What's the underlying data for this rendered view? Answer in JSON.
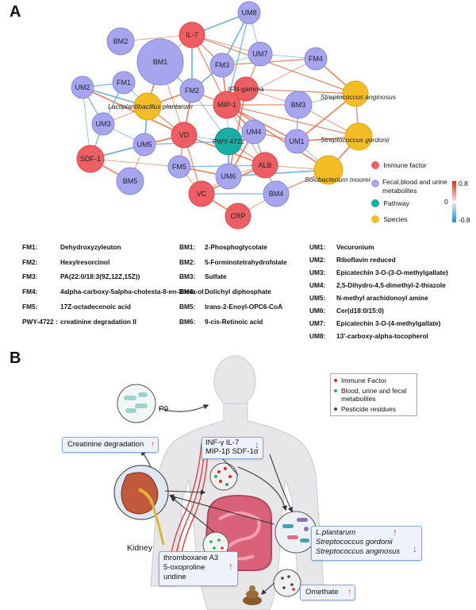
{
  "panel_a": {
    "letter": "A",
    "nodes": [
      {
        "id": "UM8",
        "label": "UM8",
        "type": "metabolite"
      },
      {
        "id": "IL-7",
        "label": "IL-7",
        "type": "immune"
      },
      {
        "id": "BM2",
        "label": "BM2",
        "type": "metabolite"
      },
      {
        "id": "BM1",
        "label": "BM1",
        "type": "metabolite"
      },
      {
        "id": "FM3",
        "label": "FM3",
        "type": "metabolite"
      },
      {
        "id": "UM7",
        "label": "UM7",
        "type": "metabolite"
      },
      {
        "id": "FM4",
        "label": "FM4",
        "type": "metabolite"
      },
      {
        "id": "UM2",
        "label": "UM2",
        "type": "metabolite"
      },
      {
        "id": "FM1",
        "label": "FM1",
        "type": "metabolite"
      },
      {
        "id": "FM2",
        "label": "FM2",
        "type": "metabolite"
      },
      {
        "id": "IFN-gamma",
        "label": "IFN-gamma",
        "type": "immune"
      },
      {
        "id": "S.anginosus",
        "label": "",
        "type": "species"
      },
      {
        "id": "L.plantarum",
        "label": "",
        "type": "species"
      },
      {
        "id": "MIP-1",
        "label": "MIP-1",
        "type": "immune"
      },
      {
        "id": "BM3",
        "label": "BM3",
        "type": "metabolite"
      },
      {
        "id": "UM3",
        "label": "UM3",
        "type": "metabolite"
      },
      {
        "id": "VD",
        "label": "VD",
        "type": "immune"
      },
      {
        "id": "PWY-4722",
        "label": "PWY-4722",
        "type": "pathway"
      },
      {
        "id": "UM4",
        "label": "UM4",
        "type": "metabolite"
      },
      {
        "id": "UM1",
        "label": "UM1",
        "type": "metabolite"
      },
      {
        "id": "S.gordonii",
        "label": "",
        "type": "species"
      },
      {
        "id": "UM5",
        "label": "UM5",
        "type": "metabolite"
      },
      {
        "id": "SDF-1",
        "label": "SDF-1",
        "type": "immune"
      },
      {
        "id": "FM5",
        "label": "FM5",
        "type": "metabolite"
      },
      {
        "id": "ALB",
        "label": "ALB",
        "type": "immune"
      },
      {
        "id": "S.moorei",
        "label": "",
        "type": "species"
      },
      {
        "id": "BM5",
        "label": "BM5",
        "type": "metabolite"
      },
      {
        "id": "UM6",
        "label": "UM6",
        "type": "metabolite"
      },
      {
        "id": "BM4",
        "label": "BM4",
        "type": "metabolite"
      },
      {
        "id": "VC",
        "label": "VC",
        "type": "immune"
      },
      {
        "id": "CRP",
        "label": "CRP",
        "type": "immune"
      }
    ],
    "species_labels": {
      "L.plantarum": "Lactiplantibacillus plantarum",
      "S.anginosus": "Streptococcus anginosus",
      "S.gordonii": "Streptococcus gordonii",
      "S.moorei": "Solobacterium moorei"
    },
    "edges": [
      [
        "IL-7",
        "BM2",
        "pos"
      ],
      [
        "IL-7",
        "FM3",
        "pos"
      ],
      [
        "IL-7",
        "UM8",
        "neg"
      ],
      [
        "IL-7",
        "BM1",
        "pos"
      ],
      [
        "IL-7",
        "MIP-1",
        "pos"
      ],
      [
        "IL-7",
        "FM2",
        "neg"
      ],
      [
        "IL-7",
        "UM7",
        "pos"
      ],
      [
        "IL-7",
        "S.anginosus",
        "pos"
      ],
      [
        "UM8",
        "FM3",
        "neg"
      ],
      [
        "UM8",
        "UM7",
        "neg"
      ],
      [
        "UM8",
        "MIP-1",
        "neg"
      ],
      [
        "FM3",
        "MIP-1",
        "pos"
      ],
      [
        "FM3",
        "UM7",
        "neg"
      ],
      [
        "FM3",
        "FM4",
        "pos"
      ],
      [
        "FM3",
        "FM2",
        "neg"
      ],
      [
        "UM7",
        "FM4",
        "neg"
      ],
      [
        "UM7",
        "IFN-gamma",
        "pos"
      ],
      [
        "FM4",
        "S.anginosus",
        "pos"
      ],
      [
        "FM4",
        "MIP-1",
        "pos"
      ],
      [
        "BM1",
        "FM2",
        "neg"
      ],
      [
        "BM1",
        "L.plantarum",
        "pos"
      ],
      [
        "BM1",
        "VD",
        "pos"
      ],
      [
        "UM2",
        "FM1",
        "neg"
      ],
      [
        "UM2",
        "L.plantarum",
        "neg"
      ],
      [
        "UM2",
        "SDF-1",
        "neg"
      ],
      [
        "UM2",
        "UM3",
        "neg"
      ],
      [
        "UM2",
        "VD",
        "pos"
      ],
      [
        "FM1",
        "L.plantarum",
        "neg"
      ],
      [
        "FM1",
        "UM3",
        "neg"
      ],
      [
        "L.plantarum",
        "FM2",
        "pos"
      ],
      [
        "L.plantarum",
        "MIP-1",
        "pos"
      ],
      [
        "L.plantarum",
        "VD",
        "pos"
      ],
      [
        "L.plantarum",
        "UM5",
        "neg"
      ],
      [
        "L.plantarum",
        "UM3",
        "pos"
      ],
      [
        "FM2",
        "MIP-1",
        "pos"
      ],
      [
        "FM2",
        "VD",
        "pos"
      ],
      [
        "FM2",
        "PWY-4722",
        "neg"
      ],
      [
        "MIP-1",
        "IFN-gamma",
        "pos"
      ],
      [
        "MIP-1",
        "UM4",
        "pos"
      ],
      [
        "MIP-1",
        "PWY-4722",
        "neg"
      ],
      [
        "MIP-1",
        "BM3",
        "pos"
      ],
      [
        "MIP-1",
        "UM1",
        "pos"
      ],
      [
        "MIP-1",
        "ALB",
        "pos"
      ],
      [
        "MIP-1",
        "S.gordonii",
        "pos"
      ],
      [
        "MIP-1",
        "S.moorei",
        "pos"
      ],
      [
        "IFN-gamma",
        "BM3",
        "pos"
      ],
      [
        "IFN-gamma",
        "S.anginosus",
        "pos"
      ],
      [
        "IFN-gamma",
        "UM6",
        "pos"
      ],
      [
        "S.anginosus",
        "BM3",
        "neg"
      ],
      [
        "S.anginosus",
        "S.gordonii",
        "pos"
      ],
      [
        "S.anginosus",
        "UM1",
        "pos"
      ],
      [
        "BM3",
        "S.gordonii",
        "pos"
      ],
      [
        "BM3",
        "UM1",
        "neg"
      ],
      [
        "UM1",
        "S.gordonii",
        "pos"
      ],
      [
        "UM1",
        "S.moorei",
        "neg"
      ],
      [
        "UM1",
        "UM4",
        "pos"
      ],
      [
        "S.gordonii",
        "S.moorei",
        "pos"
      ],
      [
        "UM4",
        "PWY-4722",
        "neg"
      ],
      [
        "UM4",
        "ALB",
        "neg"
      ],
      [
        "UM4",
        "UM6",
        "pos"
      ],
      [
        "VD",
        "PWY-4722",
        "neg"
      ],
      [
        "VD",
        "FM5",
        "pos"
      ],
      [
        "VD",
        "UM5",
        "pos"
      ],
      [
        "VD",
        "SDF-1",
        "pos"
      ],
      [
        "VD",
        "VC",
        "pos"
      ],
      [
        "VD",
        "ALB",
        "pos"
      ],
      [
        "UM3",
        "UM5",
        "neg"
      ],
      [
        "UM3",
        "SDF-1",
        "neg"
      ],
      [
        "UM5",
        "SDF-1",
        "neg"
      ],
      [
        "UM5",
        "BM5",
        "pos"
      ],
      [
        "UM5",
        "PWY-4722",
        "neg"
      ],
      [
        "SDF-1",
        "BM5",
        "pos"
      ],
      [
        "SDF-1",
        "FM5",
        "pos"
      ],
      [
        "FM5",
        "ALB",
        "neg"
      ],
      [
        "FM5",
        "UM6",
        "pos"
      ],
      [
        "FM5",
        "VC",
        "pos"
      ],
      [
        "PWY-4722",
        "ALB",
        "pos"
      ],
      [
        "PWY-4722",
        "UM6",
        "neg"
      ],
      [
        "ALB",
        "S.moorei",
        "pos"
      ],
      [
        "ALB",
        "BM4",
        "pos"
      ],
      [
        "ALB",
        "VC",
        "pos"
      ],
      [
        "ALB",
        "UM6",
        "pos"
      ],
      [
        "S.moorei",
        "BM4",
        "pos"
      ],
      [
        "S.moorei",
        "UM6",
        "neg"
      ],
      [
        "BM4",
        "CRP",
        "pos"
      ],
      [
        "BM4",
        "VC",
        "neg"
      ],
      [
        "CRP",
        "VC",
        "pos"
      ],
      [
        "UM6",
        "VC",
        "pos"
      ]
    ],
    "legend": {
      "items": [
        {
          "label": "Immune factor",
          "color": "#ee5e63"
        },
        {
          "label": "Fecal,blood and urine metabolites",
          "color": "#a7a5ee"
        },
        {
          "label": "Pathway",
          "color": "#19ada4"
        },
        {
          "label": "Species",
          "color": "#f3bd27"
        }
      ],
      "scale_max": "0.8",
      "scale_zero": "0",
      "scale_min": "-0.8"
    },
    "abbreviations": {
      "col1": [
        {
          "key": "FM1:",
          "value": "Dehydroxyzyleuton"
        },
        {
          "key": "FM2:",
          "value": "Hexylresorcinol"
        },
        {
          "key": "FM3:",
          "value": "PA(22:0/18:3(9Z,12Z,15Z))"
        },
        {
          "key": "FM4:",
          "value": "4alpha-carboxy-5alpha-cholesta-8-en-3beta-ol"
        },
        {
          "key": "FM5:",
          "value": "17Z-octadecenoic acid"
        },
        {
          "key": "PWY-4722 :",
          "value": "creatinine degradation II"
        }
      ],
      "col2": [
        {
          "key": "BM1:",
          "value": "2-Phosphoglycolate"
        },
        {
          "key": "BM2:",
          "value": "5-Forminotetrahydrofolate"
        },
        {
          "key": "BM3:",
          "value": "Sulfate"
        },
        {
          "key": "BM4:",
          "value": "Dolichyl diphosphate"
        },
        {
          "key": "BM5:",
          "value": "trans-2-Enoyl-OPC6-CoA"
        },
        {
          "key": "BM6:",
          "value": "9-cis-Retinoic acid"
        }
      ],
      "col3": [
        {
          "key": "UM1:",
          "value": "Vecuronium"
        },
        {
          "key": "UM2:",
          "value": "Riboflavin reduced"
        },
        {
          "key": "UM3:",
          "value": "Epicatechin 3-O-(3-O-methylgallate)"
        },
        {
          "key": "UM4:",
          "value": "2,5-Dihydro-4,5-dimethyl-2-thiazole"
        },
        {
          "key": "UM5:",
          "value": "N-methyl arachidonoyl amine"
        },
        {
          "key": "UM6:",
          "value": "Cer(d18:0/15:0)"
        },
        {
          "key": "UM7:",
          "value": "Epicatechin 3-O-(4-methylgallate)"
        },
        {
          "key": "UM8:",
          "value": "13'-carboxy-alpha-tocopherol"
        }
      ]
    }
  },
  "panel_b": {
    "letter": "B",
    "p9_label": "P9",
    "legend": [
      {
        "label": "Immune Factor",
        "color": "#c0392b"
      },
      {
        "label": "Blood, urine and fecal metabolites",
        "color": "#27ae60"
      },
      {
        "label": "Pesticide residues",
        "color": "#444444"
      }
    ],
    "creatinine_box": "Creatinine degradation",
    "immune_box_line1": "INF-γ  IL-7",
    "immune_box_line2": "MIP-1β  SDF-1α",
    "kidney_label": "Kidney",
    "metabolites_box": [
      "thromboxane A3",
      "5-oxoproline",
      "uridine"
    ],
    "species_box": [
      "L.plantarum",
      "Streptococcus gordonii",
      "Streptococcus anginosus"
    ],
    "omethate_label": "Omethate"
  }
}
